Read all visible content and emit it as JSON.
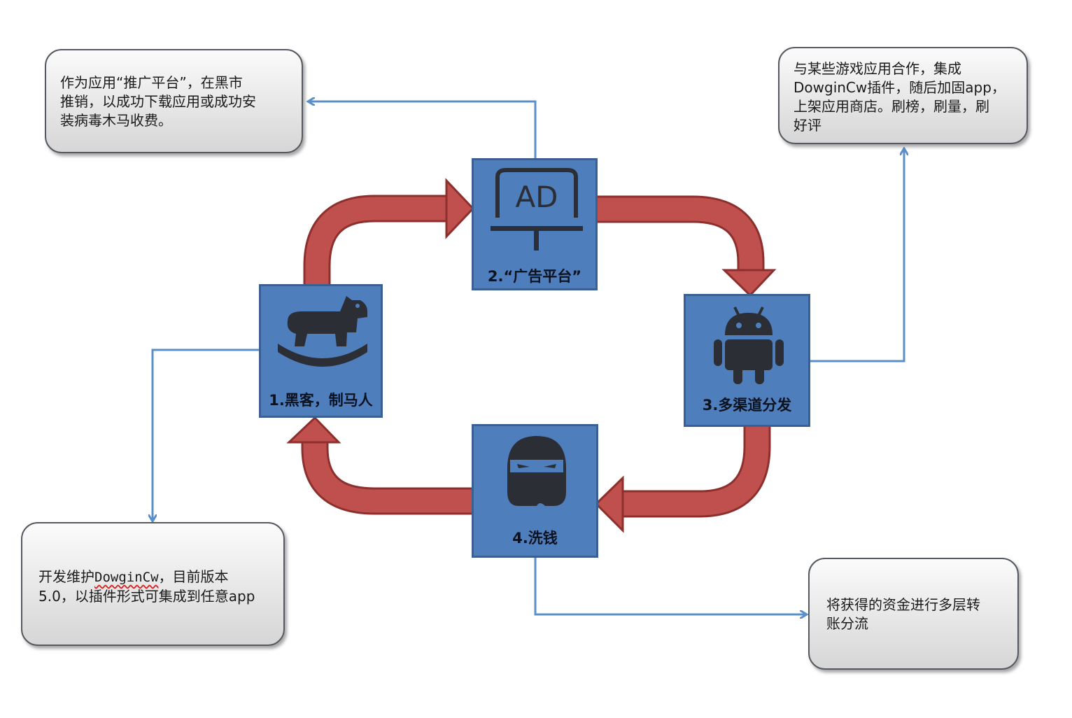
{
  "nodes": {
    "hacker": {
      "label": "1.黑客，制马人",
      "icon": "rocking-horse-icon"
    },
    "ad": {
      "label": "2.“广告平台”",
      "icon": "ad-billboard-icon",
      "icon_text": "AD"
    },
    "distribution": {
      "label": "3.多渠道分发",
      "icon": "android-icon"
    },
    "laundering": {
      "label": "4.洗钱",
      "icon": "ninja-icon"
    }
  },
  "notes": {
    "top_left": {
      "lines": [
        "作为应用“推广平台”，在黑市",
        "推销，以成功下载应用或成功安",
        "装病毒木马收费。"
      ]
    },
    "top_right": {
      "lines": [
        "与某些游戏应用合作，集成",
        "DowginCw插件，随后加固app，",
        "上架应用商店。刷榜，刷量，刷",
        "好评"
      ]
    },
    "bottom_left": {
      "line1_prefix": "开发维护",
      "line1_code": "DowginCw",
      "line1_suffix": "，目前版本",
      "line2": "5.0，以插件形式可集成到任意app"
    },
    "bottom_right": {
      "lines": [
        "将获得的资金进行多层转",
        "账分流"
      ]
    }
  },
  "colors": {
    "node_fill": "#4f7ebd",
    "node_border": "#3a5f92",
    "cycle_arrow": "#c0504d",
    "cycle_arrow_border": "#8c2f2d",
    "connector": "#5b8fc9",
    "icon_dark": "#2b2e35"
  }
}
